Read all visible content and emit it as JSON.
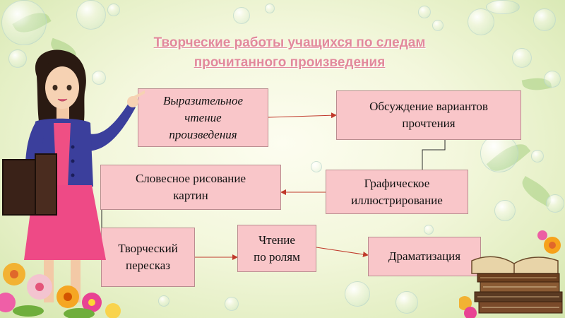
{
  "title": {
    "line1": "Творческие работы учащихся по следам",
    "line2": "прочитанного произведения"
  },
  "nodes": {
    "expressive_reading": [
      "Выразительное",
      "чтение",
      "произведения"
    ],
    "discussion": [
      "Обсуждение вариантов",
      "прочтения"
    ],
    "verbal_drawing": [
      "Словесное рисование",
      "картин"
    ],
    "graphic_illustration": [
      "Графическое",
      "иллюстрирование"
    ],
    "creative_retelling": [
      "Творческий",
      "пересказ"
    ],
    "role_reading": [
      "Чтение",
      "по ролям"
    ],
    "dramatization": [
      "Драматизация"
    ]
  },
  "colors": {
    "box_fill": "#f9c6c9",
    "box_border": "#b98d8f",
    "connector": "#c0392b",
    "title": "#e2899c"
  },
  "illustrations": {
    "left": "teacher-with-book-and-flowers",
    "right": "stack-of-books-with-flowers"
  }
}
